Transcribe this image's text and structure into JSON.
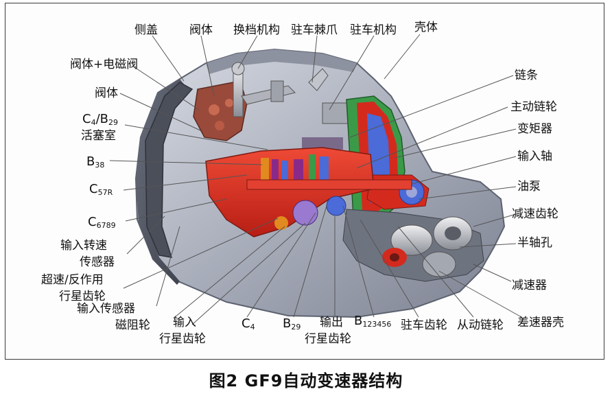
{
  "caption": "图2 GF9自动变速器结构",
  "labels": {
    "side_cover": "侧盖",
    "valve_body_top": "阀体",
    "shift_mechanism": "换档机构",
    "parking_pawl": "驻车棘爪",
    "parking_mechanism": "驻车机构",
    "housing": "壳体",
    "valve_body_solenoid": "阀体+电磁阀",
    "valve_body_left": "阀体",
    "c4b29_main": "C",
    "c4b29_sub1": "4",
    "c4b29_mid": "/B",
    "c4b29_sub2": "29",
    "piston_chamber": "活塞室",
    "b38_main": "B",
    "b38_sub": "38",
    "c57r_main": "C",
    "c57r_sub": "57R",
    "c6789_main": "C",
    "c6789_sub": "6789",
    "input_speed_sensor_1": "输入转速",
    "input_speed_sensor_2": "传感器",
    "overdrive_gear_1": "超速/反作用",
    "overdrive_gear_2": "行星齿轮",
    "input_sensor": "输入传感器",
    "reluctor_wheel": "磁阻轮",
    "input_planetary_1": "输入",
    "input_planetary_2": "行星齿轮",
    "c4_main": "C",
    "c4_sub": "4",
    "b29_main": "B",
    "b29_sub": "29",
    "output_planetary_1": "输出",
    "output_planetary_2": "行星齿轮",
    "b123456_main": "B",
    "b123456_sub": "123456",
    "parking_gear": "驻车齿轮",
    "driven_sprocket": "从动链轮",
    "differential_housing": "差速器壳",
    "chain": "链条",
    "drive_sprocket": "主动链轮",
    "torque_converter": "变矩器",
    "input_shaft": "输入轴",
    "oil_pump": "油泵",
    "reduction_gear": "减速齿轮",
    "half_shaft_hole": "半轴孔",
    "reducer": "减速器"
  },
  "colors": {
    "frame": "#3a3a3a",
    "leader": "#555555",
    "housing_gray": "#b8bcc8",
    "hydraulic_red": "#d42a1e",
    "clutch_blue": "#4a6bd8",
    "converter_green": "#3a9a48",
    "accent_orange": "#e08a20",
    "valve_brown": "#9a4a3a"
  }
}
